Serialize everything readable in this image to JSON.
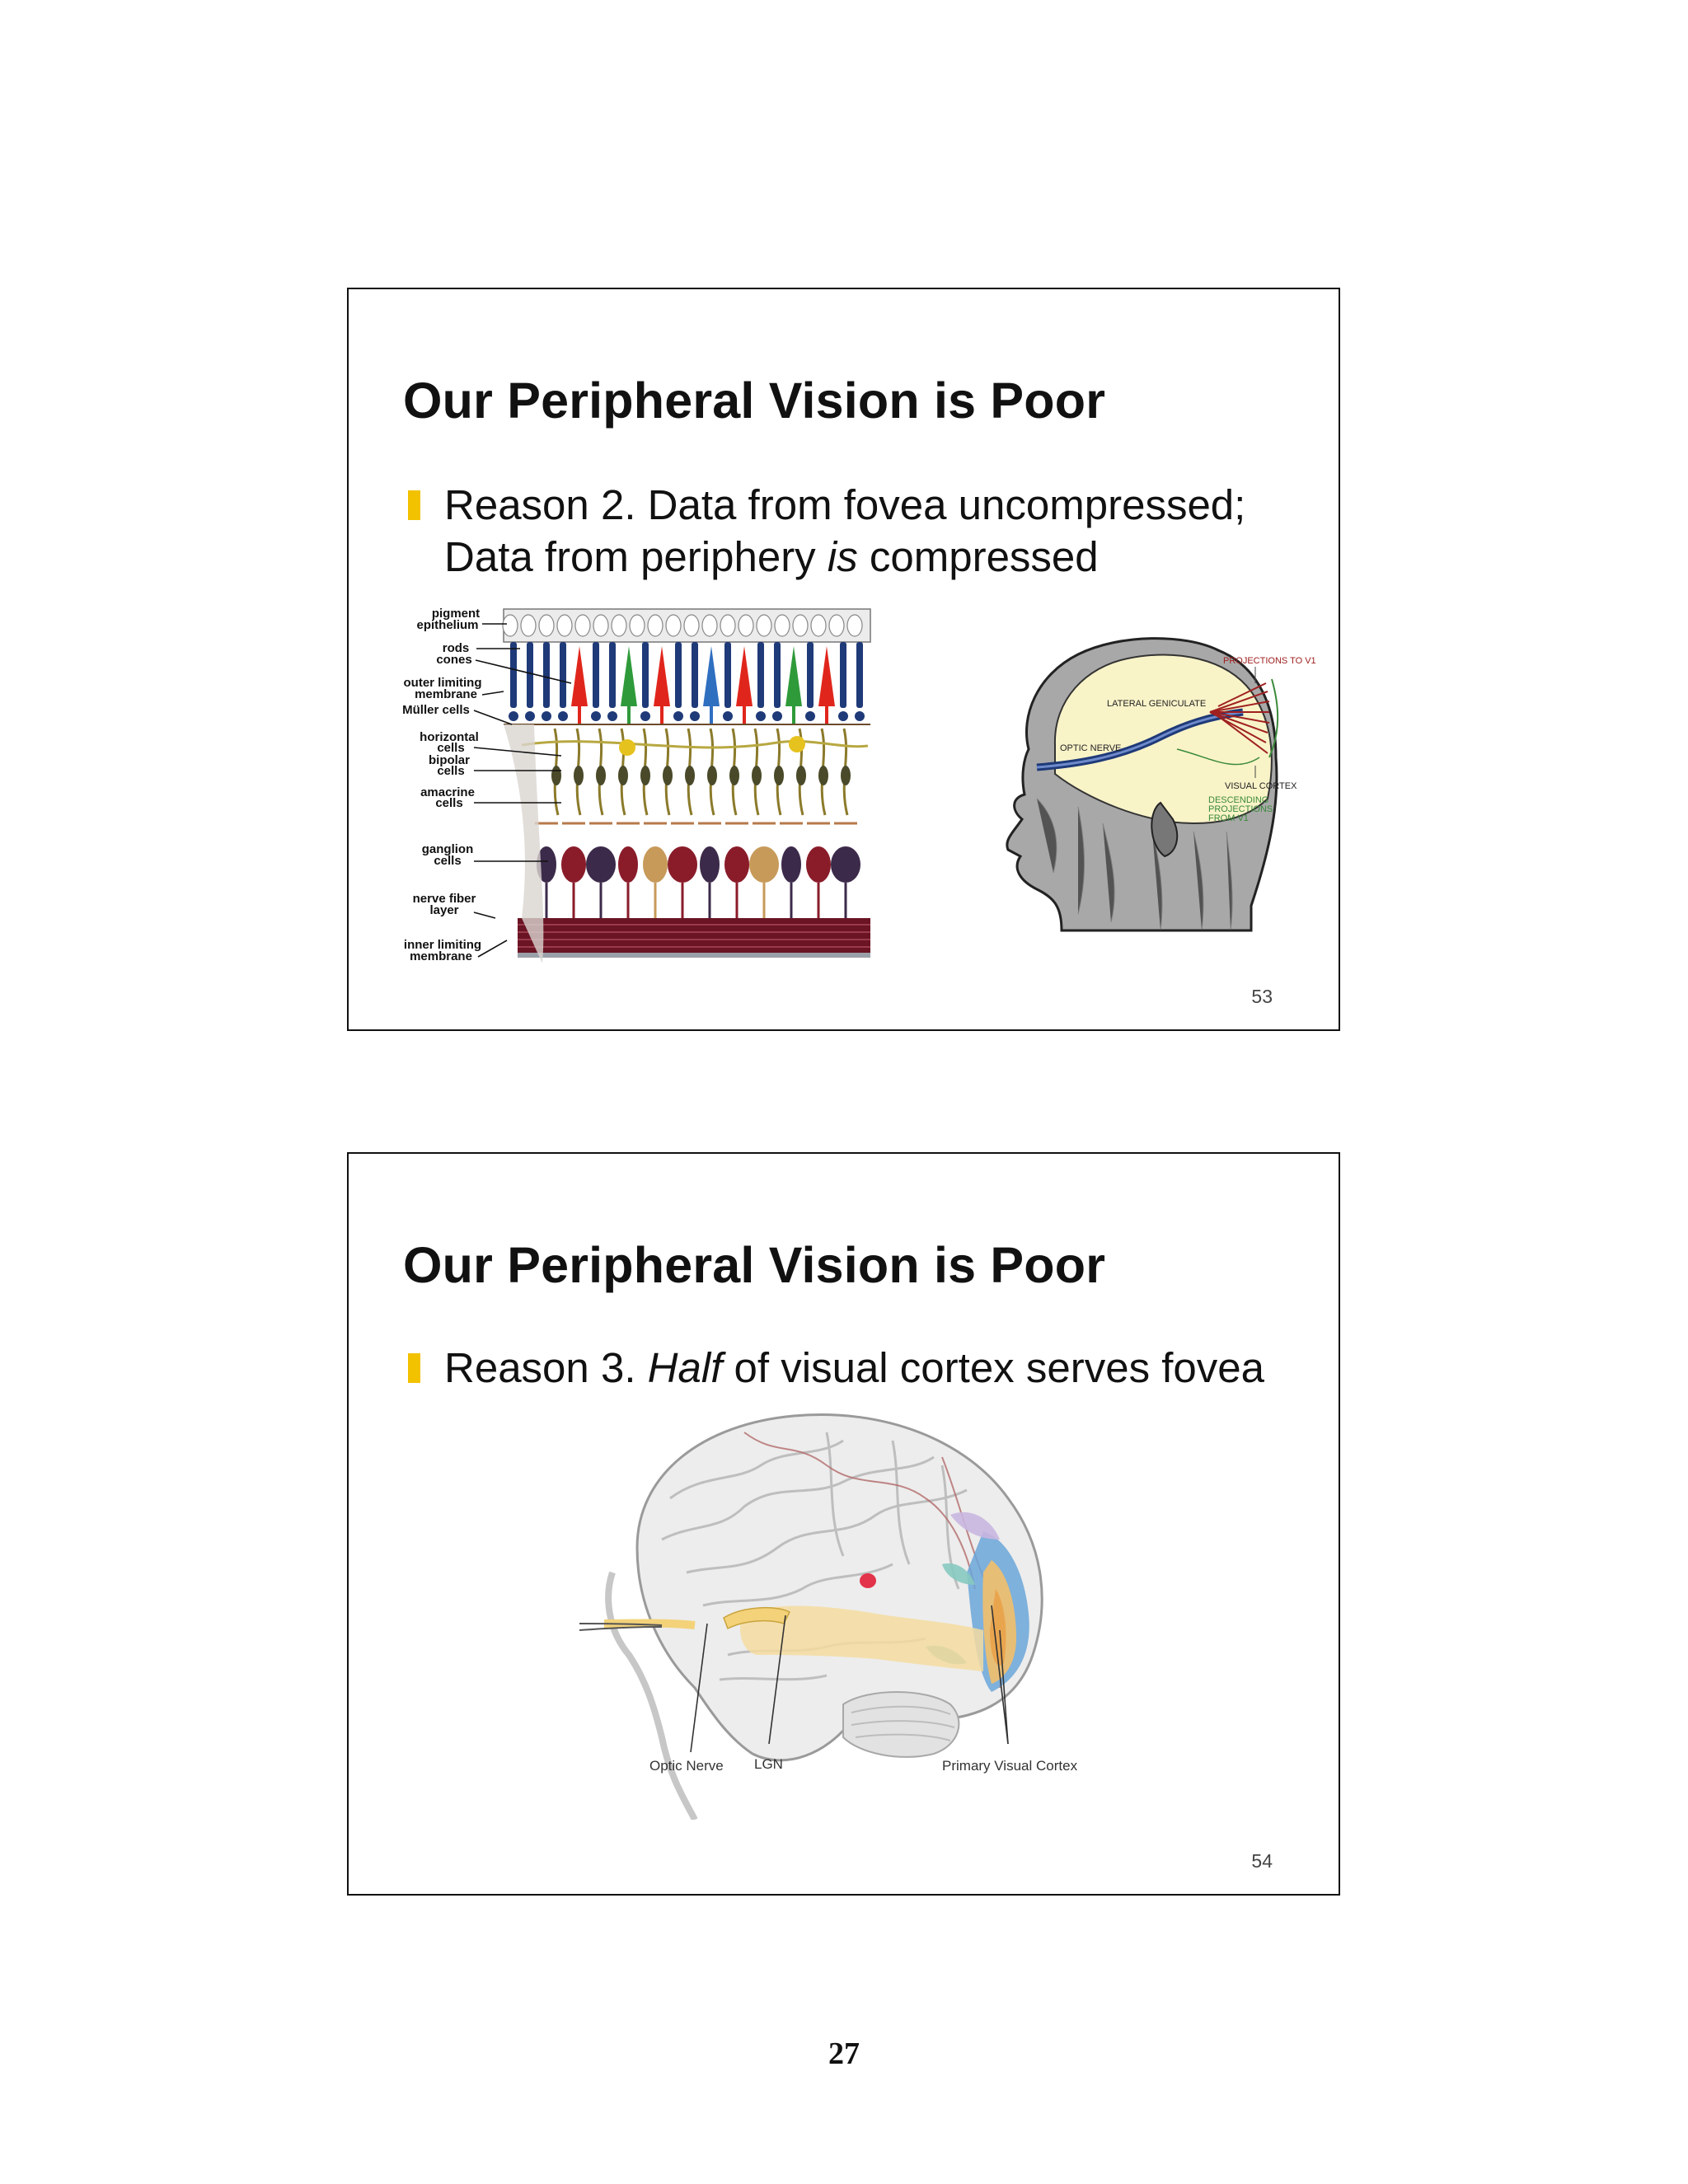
{
  "page_number": "27",
  "slides": [
    {
      "title": "Our Peripheral Vision is Poor",
      "bullet": {
        "line1": "Reason 2. Data from fovea uncompressed;",
        "line2_pre": "Data from periphery ",
        "line2_em": "is",
        "line2_post": " compressed"
      },
      "retina_labels": [
        "pigment",
        "epithelium",
        "rods",
        "cones",
        "outer limiting",
        "membrane",
        "Müller cells",
        "horizontal",
        "cells",
        "bipolar",
        "cells",
        "amacrine",
        "cells",
        "ganglion",
        "cells",
        "nerve fiber",
        "layer",
        "inner limiting",
        "membrane"
      ],
      "head_labels": {
        "projections": "PROJECTIONS TO V1",
        "lateral": "LATERAL GENICULATE",
        "optic": "OPTIC NERVE",
        "visual": "VISUAL CORTEX",
        "descending1": "DESCENDING",
        "descending2": "PROJECTIONS",
        "descending3": "FROM V1"
      },
      "number": "53"
    },
    {
      "title": "Our Peripheral Vision is Poor",
      "bullet": {
        "pre": "Reason 3. ",
        "em": "Half",
        "post": " of visual cortex serves fovea"
      },
      "brain_labels": {
        "optic": "Optic Nerve",
        "lgn": "LGN",
        "cortex": "Primary Visual Cortex"
      },
      "number": "54"
    }
  ],
  "colors": {
    "bullet_accent": "#f2c200",
    "rod": "#1f3a78",
    "cone_red": "#e0261c",
    "cone_green": "#2f9a3a",
    "cone_blue": "#2f6fc0",
    "nerve_fiber": "#6a1424"
  }
}
